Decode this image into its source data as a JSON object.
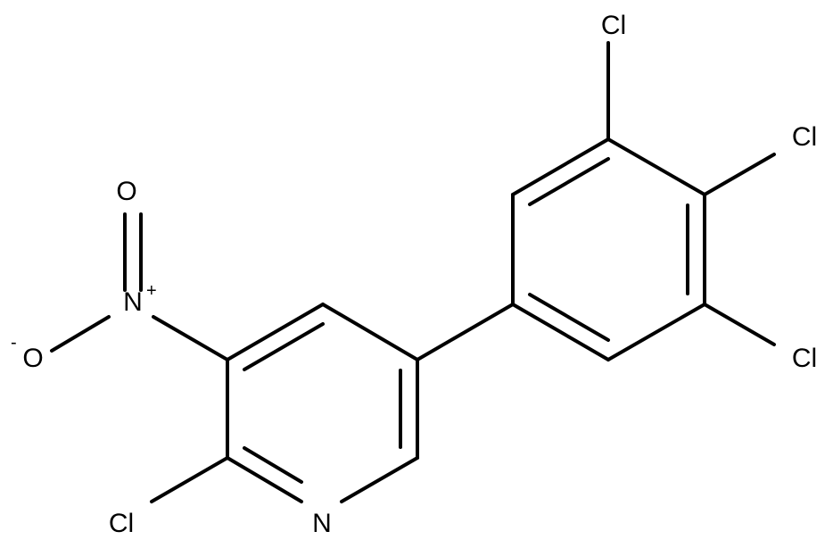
{
  "molecule": {
    "atoms": {
      "cl_top": "Cl",
      "cl_mid": "Cl",
      "cl_low": "Cl",
      "cl_bottom_left": "Cl",
      "n_ring": "N",
      "n_nitro": "N",
      "o_double": "O",
      "o_single": "O"
    },
    "charges": {
      "n_nitro": "+",
      "o_single": "-"
    },
    "colors": {
      "bond": "#000000",
      "text": "#000000",
      "background": "#ffffff"
    }
  }
}
